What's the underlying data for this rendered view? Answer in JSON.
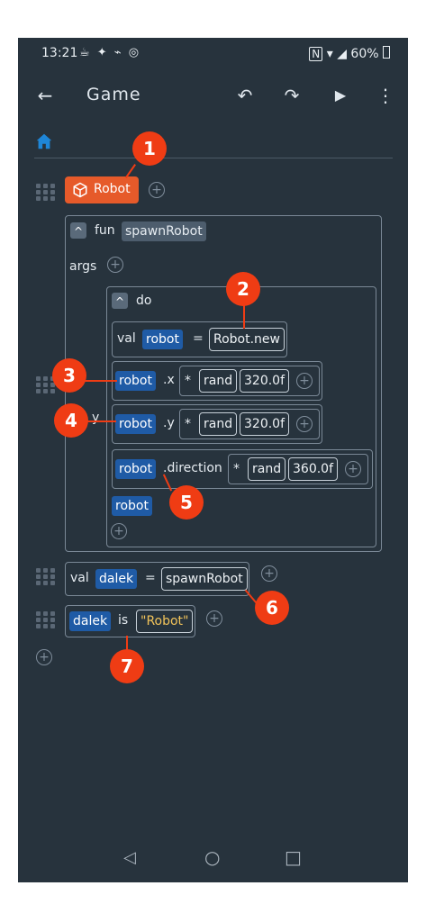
{
  "status": {
    "time": "13:21",
    "left_icons": "☕ ✦ ⌁ ◎",
    "right_text": "60%"
  },
  "appbar": {
    "title": "Game",
    "back": "←",
    "undo": "↶",
    "redo": "↷",
    "play": "▶",
    "more": "⋮"
  },
  "class_block": {
    "label": "Robot"
  },
  "fun_block": {
    "keyword": "fun",
    "name": "spawnRobot",
    "args_label": "args"
  },
  "do_block": {
    "keyword": "do"
  },
  "stmt_val_robot": {
    "kw": "val",
    "var": "robot",
    "eq": "=",
    "expr": "Robot.new"
  },
  "stmt_x": {
    "var": "robot",
    "prop": ".x",
    "op": "*",
    "fn": "rand",
    "num": "320.0f"
  },
  "stmt_y": {
    "var": "robot",
    "prop": ".y",
    "op": "*",
    "fn": "rand",
    "num": "320.0f"
  },
  "stmt_dir": {
    "var": "robot",
    "prop": ".direction",
    "op": "*",
    "fn": "rand",
    "num": "360.0f"
  },
  "return_var": "robot",
  "stmt_val_dalek": {
    "kw": "val",
    "var": "dalek",
    "eq": "=",
    "expr": "spawnRobot"
  },
  "stmt_is": {
    "var": "dalek",
    "kw": "is",
    "str": "\"Robot\""
  },
  "annotations": [
    "1",
    "2",
    "3",
    "4",
    "5",
    "6",
    "7"
  ],
  "partial_label": "y",
  "nav": {
    "back": "◁",
    "home": "○",
    "recents": "□"
  },
  "colors": {
    "background": "#27333d",
    "variable": "#1f5ba6",
    "class_block": "#e65a2a",
    "badge": "#ef3c14",
    "string": "#f1c35a"
  }
}
